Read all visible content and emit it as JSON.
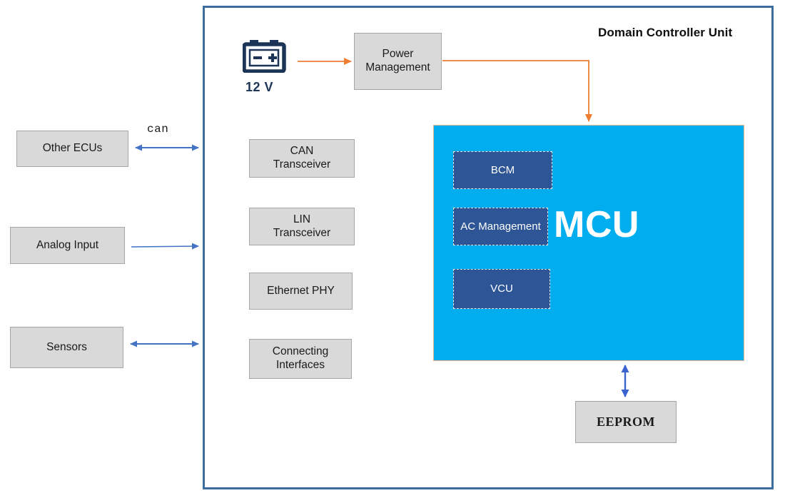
{
  "diagram": {
    "title": "Domain Controller Unit",
    "colors": {
      "container_border": "#3d6d9e",
      "mcu_fill": "#00aeef",
      "sub_block_fill": "#2e5596",
      "gray_box_fill": "#d9d9d9",
      "power_arrow": "#ed7d31",
      "signal_arrow": "#4472c4",
      "battery_navy": "#1c3557"
    }
  },
  "power": {
    "battery_label": "12 V",
    "battery_icon": "battery-icon",
    "power_management_label": "Power\nManagement",
    "power_management_line1": "Power",
    "power_management_line2": "Management"
  },
  "external_blocks": [
    {
      "id": "other-ecus",
      "label": "Other ECUs",
      "link": "bidirectional",
      "link_label": "can"
    },
    {
      "id": "analog-input",
      "label": "Analog Input",
      "link": "inbound",
      "link_label": ""
    },
    {
      "id": "sensors",
      "label": "Sensors",
      "link": "bidirectional",
      "link_label": ""
    }
  ],
  "interface_blocks": [
    {
      "id": "can-transceiver",
      "line1": "CAN",
      "line2": "Transceiver"
    },
    {
      "id": "lin-transceiver",
      "line1": "LIN",
      "line2": "Transceiver"
    },
    {
      "id": "ethernet-phy",
      "line1": "Ethernet PHY",
      "line2": ""
    },
    {
      "id": "connecting-interfaces",
      "line1": "Connecting",
      "line2": "Interfaces"
    }
  ],
  "mcu": {
    "label": "MCU",
    "sub_blocks": [
      {
        "id": "bcm",
        "line1": "BCM",
        "line2": ""
      },
      {
        "id": "ac-management",
        "line1": "AC",
        "line2": "Management"
      },
      {
        "id": "vcu",
        "line1": "VCU",
        "line2": ""
      }
    ]
  },
  "memory": {
    "eeprom_label": "EEPROM"
  },
  "labels": {
    "can_bus": "can"
  }
}
